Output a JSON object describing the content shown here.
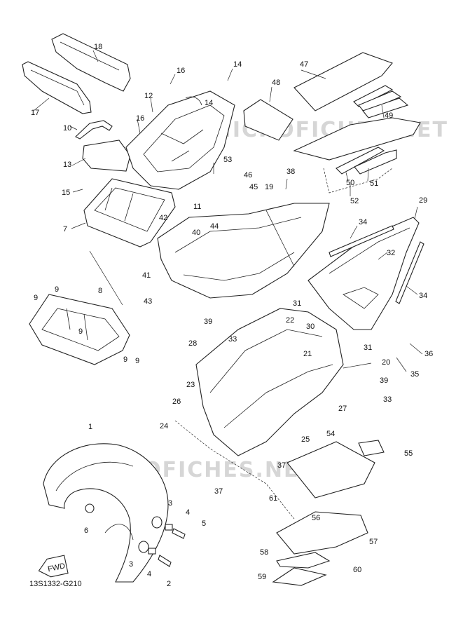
{
  "diagram": {
    "code": "13S1332-G210",
    "watermark": "MICROFICHES.NET",
    "fwd_label": "FWD",
    "callouts": [
      "1",
      "2",
      "3",
      "3",
      "4",
      "4",
      "5",
      "6",
      "7",
      "8",
      "9",
      "9",
      "9",
      "9",
      "9",
      "10",
      "11",
      "12",
      "13",
      "14",
      "14",
      "15",
      "16",
      "16",
      "17",
      "18",
      "19",
      "20",
      "21",
      "22",
      "23",
      "24",
      "25",
      "26",
      "27",
      "28",
      "29",
      "30",
      "31",
      "31",
      "32",
      "33",
      "33",
      "34",
      "34",
      "35",
      "36",
      "37",
      "37",
      "38",
      "39",
      "39",
      "40",
      "41",
      "42",
      "43",
      "44",
      "45",
      "46",
      "47",
      "48",
      "49",
      "50",
      "51",
      "52",
      "53",
      "54",
      "55",
      "56",
      "57",
      "58",
      "59",
      "60",
      "61"
    ]
  }
}
